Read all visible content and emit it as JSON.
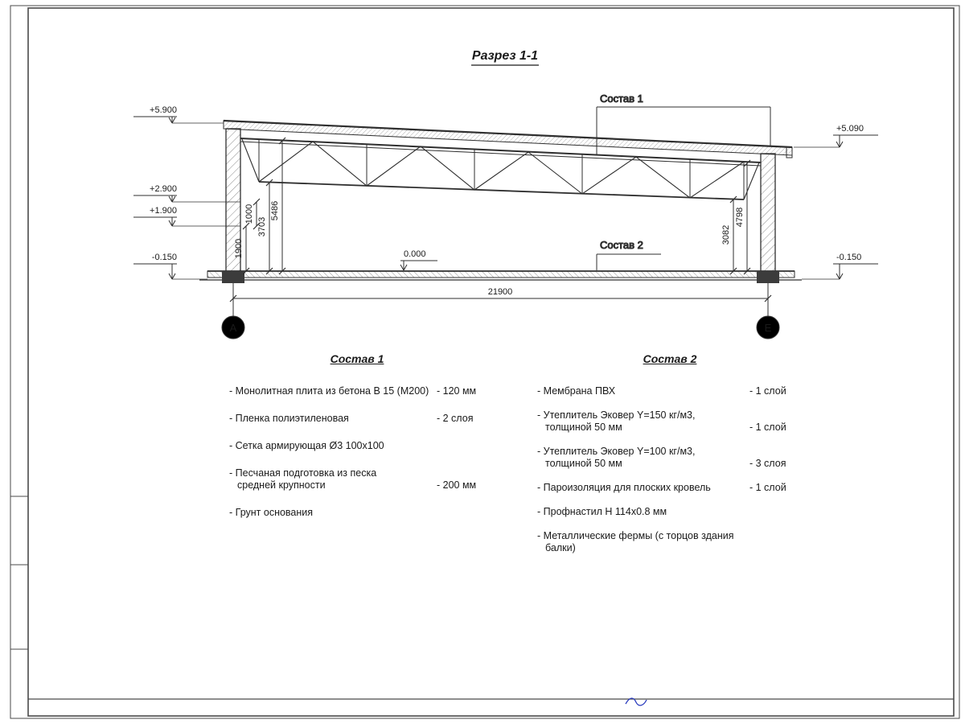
{
  "page": {
    "title": "Разрез 1-1"
  },
  "drawing": {
    "label_sostav1": "Состав 1",
    "label_sostav2": "Состав 2",
    "elevations": {
      "roof_left": "+5.900",
      "truss_upper_left": "+2.900",
      "truss_lower_left": "+1.900",
      "ground_left": "-0.150",
      "roof_right": "+5.090",
      "ground_right": "-0.150",
      "floor": "0.000"
    },
    "dimensions": {
      "left_1900": "1900",
      "left_1000": "1000",
      "left_3703": "3703",
      "left_5486": "5486",
      "right_3082": "3082",
      "right_4798": "4798",
      "span": "21900"
    },
    "axes": {
      "left": "А",
      "right": "Е"
    }
  },
  "sostav1": {
    "heading": "Состав 1",
    "items": [
      {
        "name": "- Монолитная плита из бетона В 15 (М200)",
        "value": "- 120 мм"
      },
      {
        "name": "- Пленка полиэтиленовая",
        "value": "- 2 слоя"
      },
      {
        "name": "- Сетка армирующая Ø3 100х100",
        "value": ""
      },
      {
        "name": "- Песчаная подготовка из песка\nсредней крупности",
        "value": "- 200 мм"
      },
      {
        "name": "- Грунт основания",
        "value": ""
      }
    ]
  },
  "sostav2": {
    "heading": "Состав 2",
    "items": [
      {
        "name": "- Мембрана ПВХ",
        "value": "- 1 слой"
      },
      {
        "name": "- Утеплитель Эковер Y=150 кг/м3,\nтолщиной 50 мм",
        "value": "- 1 слой"
      },
      {
        "name": "- Утеплитель Эковер Y=100 кг/м3,\nтолщиной 50 мм",
        "value": "- 3 слоя"
      },
      {
        "name": "- Пароизоляция для плоских кровель",
        "value": "- 1 слой"
      },
      {
        "name": "- Профнастил Н 114х0.8 мм",
        "value": ""
      },
      {
        "name": "- Металлические фермы (с торцов здания балки)",
        "value": ""
      }
    ]
  }
}
